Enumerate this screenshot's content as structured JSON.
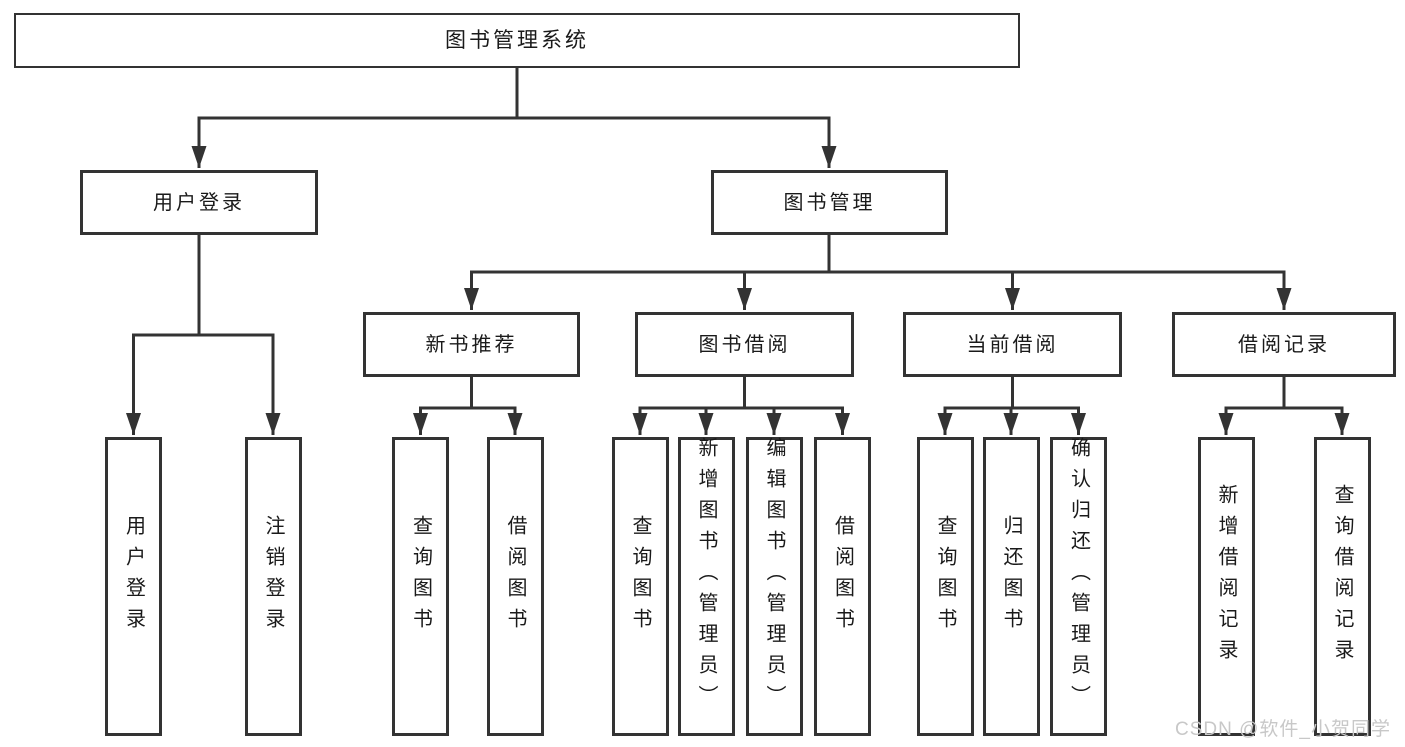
{
  "diagram": {
    "root": {
      "label": "图书管理系统"
    },
    "level1": [
      {
        "label": "用户登录",
        "parent": "图书管理系统"
      },
      {
        "label": "图书管理",
        "parent": "图书管理系统"
      }
    ],
    "level2": [
      {
        "label": "新书推荐",
        "parent": "图书管理"
      },
      {
        "label": "图书借阅",
        "parent": "图书管理"
      },
      {
        "label": "当前借阅",
        "parent": "图书管理"
      },
      {
        "label": "借阅记录",
        "parent": "图书管理"
      }
    ],
    "leaves": [
      {
        "label": "用户登录",
        "parent": "用户登录"
      },
      {
        "label": "注销登录",
        "parent": "用户登录"
      },
      {
        "label": "查询图书",
        "parent": "新书推荐"
      },
      {
        "label": "借阅图书",
        "parent": "新书推荐"
      },
      {
        "label": "查询图书",
        "parent": "图书借阅"
      },
      {
        "label": "新增图书（管理员）",
        "parent": "图书借阅"
      },
      {
        "label": "编辑图书（管理员）",
        "parent": "图书借阅"
      },
      {
        "label": "借阅图书",
        "parent": "图书借阅"
      },
      {
        "label": "查询图书",
        "parent": "当前借阅"
      },
      {
        "label": "归还图书",
        "parent": "当前借阅"
      },
      {
        "label": "确认归还（管理员）",
        "parent": "当前借阅"
      },
      {
        "label": "新增借阅记录",
        "parent": "借阅记录"
      },
      {
        "label": "查询借阅记录",
        "parent": "借阅记录"
      }
    ]
  },
  "watermark": {
    "text": "CSDN @软件_小贺同学"
  },
  "colors": {
    "line": "#333333",
    "box_border": "#333333",
    "text": "#1a1a1a",
    "watermark": "#c8c8c8",
    "background": "#ffffff"
  }
}
